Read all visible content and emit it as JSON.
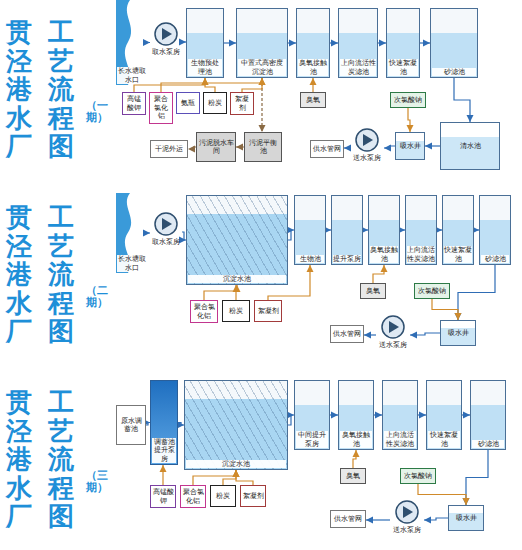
{
  "diagram": {
    "nodes": [
      {
        "text": [
          "长水塘取水口"
        ]
      },
      {
        "text": [
          "取水泵房"
        ]
      },
      {
        "text": [
          "生物预处理池"
        ]
      },
      {
        "text": [
          "中置式高密度沉淀池"
        ]
      },
      {
        "text": [
          "臭氧接触池"
        ]
      },
      {
        "text": [
          "上向流活性炭滤池"
        ]
      },
      {
        "text": [
          "快速絮凝池"
        ]
      },
      {
        "text": [
          "砂滤池"
        ]
      },
      {
        "text": [
          "高锰酸钾"
        ]
      },
      {
        "text": [
          "聚合氯化铝"
        ]
      },
      {
        "text": [
          "氨瓶"
        ]
      },
      {
        "text": [
          "粉炭"
        ]
      },
      {
        "text": [
          "絮凝剂"
        ]
      },
      {
        "text": [
          "臭氧"
        ]
      },
      {
        "text": [
          "次氯酸钠"
        ]
      },
      {
        "text": [
          "干泥外运"
        ]
      },
      {
        "text": [
          "污泥脱水车间"
        ]
      },
      {
        "text": [
          "污泥平衡池"
        ]
      },
      {
        "text": [
          "供水管网"
        ]
      },
      {
        "text": [
          "送水泵房"
        ]
      },
      {
        "text": [
          "吸水井"
        ]
      },
      {
        "text": [
          "清水池"
        ]
      },
      {
        "text": [
          "长水塘取水口"
        ]
      },
      {
        "text": [
          "取水泵房"
        ]
      },
      {
        "text": [
          "沉淀水池"
        ]
      },
      {
        "text": [
          "生物池"
        ]
      },
      {
        "text": [
          "提升泵房"
        ]
      },
      {
        "text": [
          "臭氧接触池"
        ]
      },
      {
        "text": [
          "上向流活性炭滤池"
        ]
      },
      {
        "text": [
          "快速絮凝池"
        ]
      },
      {
        "text": [
          "砂滤池"
        ]
      },
      {
        "text": [
          "聚合氯化铝"
        ]
      },
      {
        "text": [
          "粉炭"
        ]
      },
      {
        "text": [
          "絮凝剂"
        ]
      },
      {
        "text": [
          "臭氧"
        ]
      },
      {
        "text": [
          "次氯酸钠"
        ]
      },
      {
        "text": [
          "供水管网"
        ]
      },
      {
        "text": [
          "送水泵房"
        ]
      },
      {
        "text": [
          "吸水井"
        ]
      },
      {
        "text": [
          "原水调蓄池"
        ]
      },
      {
        "text": [
          "调蓄池提升泵房"
        ]
      },
      {
        "text": [
          "沉淀水池"
        ]
      },
      {
        "text": [
          "中间提升泵房"
        ]
      },
      {
        "text": [
          "臭氧接触池"
        ]
      },
      {
        "text": [
          "上向流活性炭滤池"
        ]
      },
      {
        "text": [
          "快速絮凝池"
        ]
      },
      {
        "text": [
          "砂滤池"
        ]
      },
      {
        "text": [
          "高锰酸钾"
        ]
      },
      {
        "text": [
          "聚合氯化铝"
        ]
      },
      {
        "text": [
          "粉炭"
        ]
      },
      {
        "text": [
          "絮凝剂"
        ]
      },
      {
        "text": [
          "臭氧"
        ]
      },
      {
        "text": [
          "次氯酸钠"
        ]
      },
      {
        "text": [
          "供水管网"
        ]
      },
      {
        "text": [
          "送水泵房"
        ]
      },
      {
        "text": [
          "吸水井"
        ]
      }
    ],
    "edges": [
      {
        "from": 0,
        "to": 1,
        "arrow": "to"
      },
      {
        "from": 1,
        "to": 2,
        "arrow": "to"
      },
      {
        "from": 2,
        "to": 3,
        "arrow": "to"
      },
      {
        "from": 3,
        "to": 4,
        "arrow": "to"
      },
      {
        "from": 4,
        "to": 5,
        "arrow": "to"
      },
      {
        "from": 5,
        "to": 6,
        "arrow": "to"
      },
      {
        "from": 6,
        "to": 7,
        "arrow": "to"
      },
      {
        "from": 7,
        "to": 21,
        "arrow": "to"
      },
      {
        "from": 21,
        "to": 20,
        "arrow": "to"
      },
      {
        "from": 20,
        "to": 19,
        "arrow": "to"
      },
      {
        "from": 19,
        "to": 18,
        "arrow": "to"
      },
      {
        "from": 3,
        "to": 17,
        "arrow": "to"
      },
      {
        "from": 17,
        "to": 16,
        "arrow": "to"
      },
      {
        "from": 16,
        "to": 15,
        "arrow": "to"
      },
      {
        "from": 8,
        "to": 2,
        "arrow": "to"
      },
      {
        "from": 9,
        "to": 3,
        "arrow": "to"
      },
      {
        "from": 11,
        "to": 2,
        "arrow": "to"
      },
      {
        "from": 12,
        "to": 3,
        "arrow": "to"
      },
      {
        "from": 13,
        "to": 4,
        "arrow": "to"
      },
      {
        "from": 14,
        "to": 20,
        "arrow": "to"
      },
      {
        "from": 22,
        "to": 23,
        "arrow": "to"
      },
      {
        "from": 23,
        "to": 24,
        "arrow": "to"
      },
      {
        "from": 24,
        "to": 25,
        "arrow": "to"
      },
      {
        "from": 25,
        "to": 26,
        "arrow": "to"
      },
      {
        "from": 26,
        "to": 27,
        "arrow": "to"
      },
      {
        "from": 27,
        "to": 28,
        "arrow": "to"
      },
      {
        "from": 28,
        "to": 29,
        "arrow": "to"
      },
      {
        "from": 29,
        "to": 30,
        "arrow": "to"
      },
      {
        "from": 30,
        "to": 38,
        "arrow": "to"
      },
      {
        "from": 38,
        "to": 37,
        "arrow": "to"
      },
      {
        "from": 37,
        "to": 36,
        "arrow": "to"
      },
      {
        "from": 31,
        "to": 24,
        "arrow": "to"
      },
      {
        "from": 32,
        "to": 24,
        "arrow": "to"
      },
      {
        "from": 33,
        "to": 25,
        "arrow": "to"
      },
      {
        "from": 34,
        "to": 27,
        "arrow": "to"
      },
      {
        "from": 35,
        "to": 38,
        "arrow": "to"
      },
      {
        "from": 39,
        "to": 40,
        "arrow": "to"
      },
      {
        "from": 40,
        "to": 41,
        "arrow": "to"
      },
      {
        "from": 41,
        "to": 42,
        "arrow": "to"
      },
      {
        "from": 42,
        "to": 43,
        "arrow": "to"
      },
      {
        "from": 43,
        "to": 44,
        "arrow": "to"
      },
      {
        "from": 44,
        "to": 45,
        "arrow": "to"
      },
      {
        "from": 45,
        "to": 46,
        "arrow": "to"
      },
      {
        "from": 46,
        "to": 55,
        "arrow": "to"
      },
      {
        "from": 55,
        "to": 54,
        "arrow": "to"
      },
      {
        "from": 54,
        "to": 53,
        "arrow": "to"
      },
      {
        "from": 47,
        "to": 40,
        "arrow": "to"
      },
      {
        "from": 48,
        "to": 41,
        "arrow": "to"
      },
      {
        "from": 49,
        "to": 41,
        "arrow": "to"
      },
      {
        "from": 50,
        "to": 41,
        "arrow": "to"
      },
      {
        "from": 51,
        "to": 43,
        "arrow": "to"
      },
      {
        "from": 52,
        "to": 55,
        "arrow": "to"
      }
    ],
    "labels": [
      "贯泾港水厂",
      "工艺流程图",
      "（一期）",
      "贯泾港水厂",
      "工艺流程图",
      "（二期）",
      "贯泾港水厂",
      "工艺流程图",
      "（三期）"
    ]
  }
}
